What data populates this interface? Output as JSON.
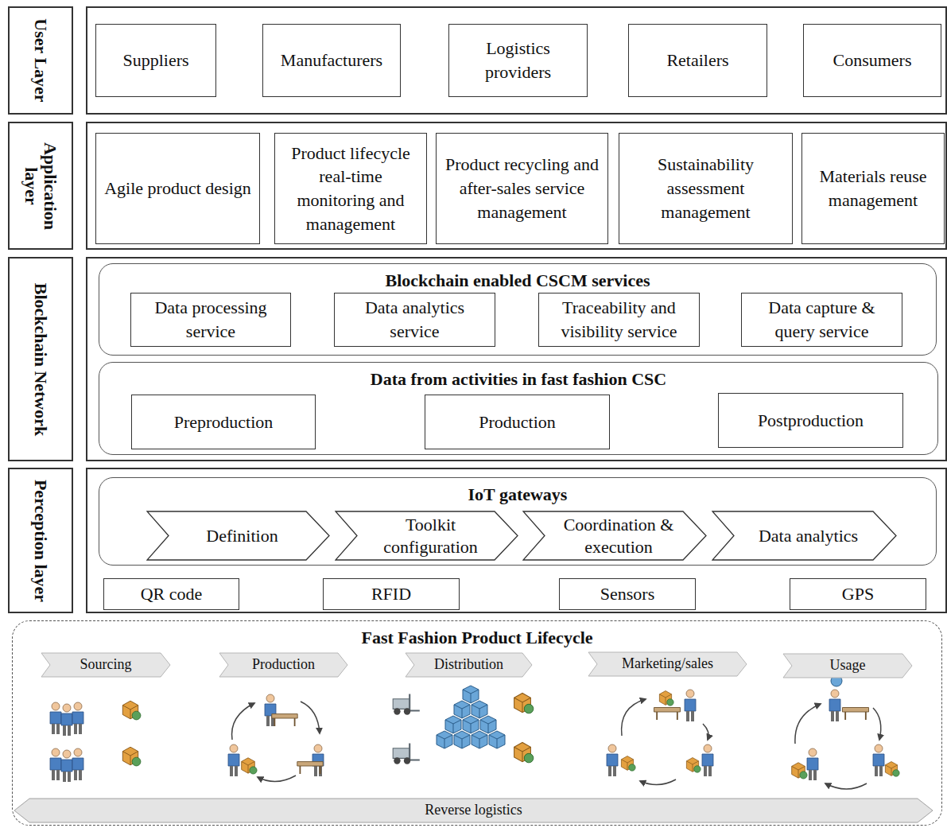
{
  "diagram": {
    "nodes": [
      {
        "text": [
          "User Layer"
        ]
      },
      {
        "text": [
          "Suppliers"
        ],
        "in": 0
      },
      {
        "text": [
          "Manufacturers"
        ],
        "in": 0
      },
      {
        "text": [
          "Logistics providers"
        ],
        "in": 0
      },
      {
        "text": [
          "Retailers"
        ],
        "in": 0
      },
      {
        "text": [
          "Consumers"
        ],
        "in": 0
      },
      {
        "text": [
          "Application layer"
        ]
      },
      {
        "text": [
          "Agile product design"
        ],
        "in": 6
      },
      {
        "text": [
          "Product lifecycle real-time monitoring and management"
        ],
        "in": 6
      },
      {
        "text": [
          "Product recycling and after-sales service management"
        ],
        "in": 6
      },
      {
        "text": [
          "Sustainability assessment management"
        ],
        "in": 6
      },
      {
        "text": [
          "Materials reuse management"
        ],
        "in": 6
      },
      {
        "text": [
          "Blockchain Network"
        ]
      },
      {
        "text": [
          "Blockchain enabled CSCM services"
        ],
        "in": 12
      },
      {
        "text": [
          "Data processing service"
        ],
        "in": 13
      },
      {
        "text": [
          "Data analytics service"
        ],
        "in": 13
      },
      {
        "text": [
          "Traceability and visibility service"
        ],
        "in": 13
      },
      {
        "text": [
          "Data capture & query service"
        ],
        "in": 13
      },
      {
        "text": [
          "Data from activities in fast fashion CSC"
        ],
        "in": 12
      },
      {
        "text": [
          "Preproduction"
        ],
        "in": 18
      },
      {
        "text": [
          "Production"
        ],
        "in": 18
      },
      {
        "text": [
          "Postproduction"
        ],
        "in": 18
      },
      {
        "text": [
          "Perception layer"
        ]
      },
      {
        "text": [
          "IoT gateways"
        ],
        "in": 22
      },
      {
        "text": [
          "Definition"
        ],
        "in": 23
      },
      {
        "text": [
          "Toolkit configuration"
        ],
        "in": 23
      },
      {
        "text": [
          "Coordination & execution"
        ],
        "in": 23
      },
      {
        "text": [
          "Data analytics"
        ],
        "in": 23
      },
      {
        "text": [
          "QR code"
        ],
        "in": 22
      },
      {
        "text": [
          "RFID"
        ],
        "in": 22
      },
      {
        "text": [
          "Sensors"
        ],
        "in": 22
      },
      {
        "text": [
          "GPS"
        ],
        "in": 22
      },
      {
        "text": [
          "Fast Fashion Product Lifecycle"
        ]
      },
      {
        "text": [
          "Sourcing"
        ],
        "in": 32
      },
      {
        "text": [
          "Production"
        ],
        "in": 32
      },
      {
        "text": [
          "Distribution"
        ],
        "in": 32
      },
      {
        "text": [
          "Marketing/sales"
        ],
        "in": 32
      },
      {
        "text": [
          "Usage"
        ],
        "in": 32
      },
      {
        "text": [
          "Reverse logistics"
        ],
        "in": 32
      }
    ]
  }
}
